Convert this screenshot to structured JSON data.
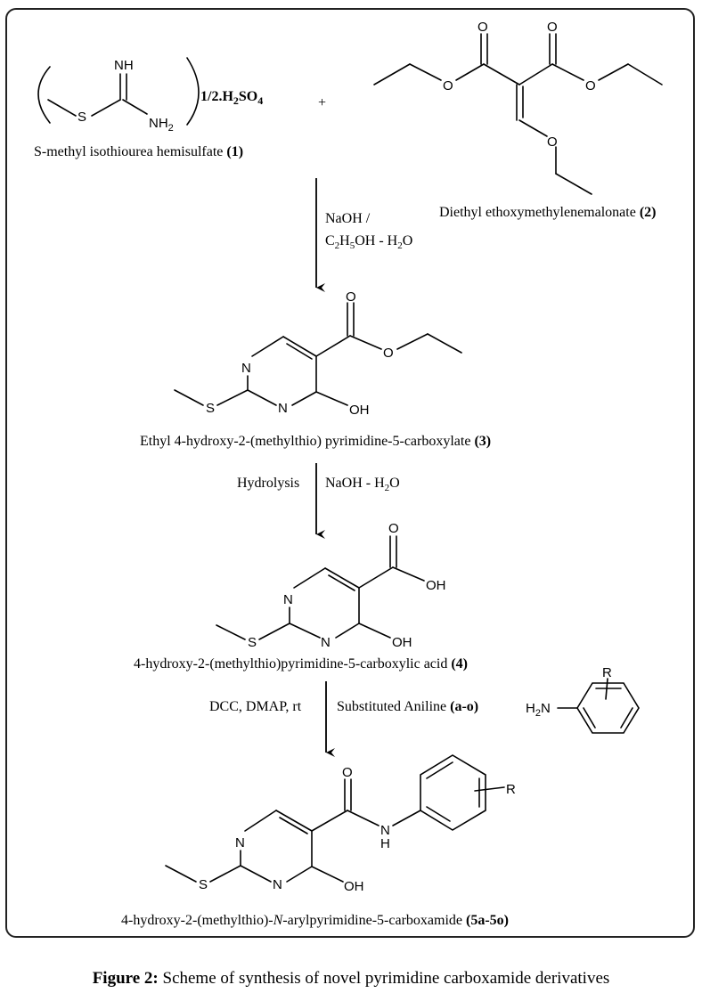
{
  "reagents": {
    "c1_nh": "NH",
    "c1_s": "S",
    "c1_nh2": "NH",
    "c1_nh2_sub": "2",
    "c1_salt": "1/2.H",
    "c1_salt_sub": "2",
    "c1_salt_so": "SO",
    "c1_salt_sub2": "4",
    "plus": "+",
    "c1_name": "S-methyl isothiourea hemisulfate ",
    "c1_num": "(1)",
    "c2_name": "Diethyl ethoxymethylenemalonate ",
    "c2_num": "(2)",
    "o": "O"
  },
  "step1": {
    "line1": "NaOH /",
    "line2a": "C",
    "line2b": "2",
    "line2c": "H",
    "line2d": "5",
    "line2e": "OH - H",
    "line2f": "2",
    "line2g": "O"
  },
  "compound3": {
    "n": "N",
    "s": "S",
    "oh": "OH",
    "name": "Ethyl 4-hydroxy-2-(methylthio) pyrimidine-5-carboxylate ",
    "num": "(3)"
  },
  "step2": {
    "left": "Hydrolysis",
    "right_a": "NaOH - H",
    "right_b": "2",
    "right_c": "O"
  },
  "compound4": {
    "oh": "OH",
    "name": "4-hydroxy-2-(methylthio)pyrimidine-5-carboxylic acid ",
    "num": "(4)"
  },
  "step3": {
    "left": "DCC, DMAP, rt",
    "right": "Substituted Aniline ",
    "right_num": "(a-o)",
    "aniline_h2n": "H",
    "aniline_sub": "2",
    "aniline_n": "N",
    "r": "R"
  },
  "compound5": {
    "nh": "N",
    "h": "H",
    "name_a": "4-hydroxy-2-(methylthio)-",
    "name_b": "N",
    "name_c": "-arylpyrimidine-5-carboxamide ",
    "num": "(5a-5o)"
  },
  "caption": {
    "label": "Figure 2:",
    "text": " Scheme of synthesis of novel pyrimidine carboxamide derivatives"
  }
}
